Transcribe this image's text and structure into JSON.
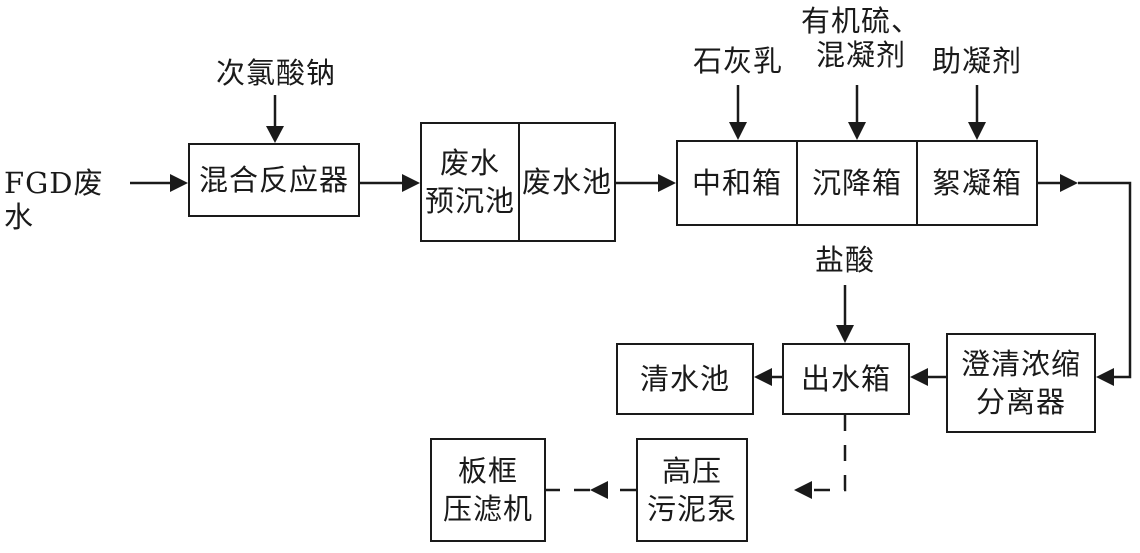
{
  "inputs": {
    "fgd_wastewater": "FGD废水",
    "sodium_hypochlorite": "次氯酸钠",
    "lime_milk": "石灰乳",
    "organosulfur_coagulant": "有机硫、\n混凝剂",
    "coagulant_aid": "助凝剂",
    "hydrochloric_acid": "盐酸"
  },
  "units": {
    "mixing_reactor": "混合反应器",
    "pre_settling_tank": "废水\n预沉池",
    "wastewater_tank": "废水池",
    "neutralization_tank": "中和箱",
    "settling_tank": "沉降箱",
    "flocculation_tank": "絮凝箱",
    "clarifier_thickener": "澄清浓缩\n分离器",
    "effluent_tank": "出水箱",
    "clean_water_tank": "清水池",
    "high_pressure_sludge_pump": "高压\n污泥泵",
    "plate_frame_filter_press": "板框\n压滤机"
  },
  "colors": {
    "line": "#1a1a1a",
    "background": "#ffffff"
  }
}
